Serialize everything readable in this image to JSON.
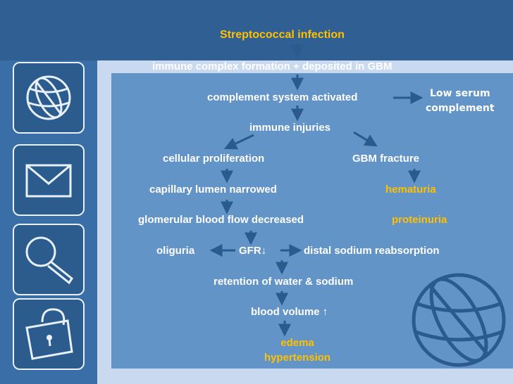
{
  "colors": {
    "background": "#2f5f93",
    "panel": "#6394c8",
    "frame": "#c9daf0",
    "text": "#ffffff",
    "highlight": "#ffc000",
    "arrow": "#2a5a8e"
  },
  "sidebar": {
    "icons": [
      "globe-icon",
      "envelope-icon",
      "magnifier-icon",
      "padlock-icon"
    ]
  },
  "flowchart": {
    "title": "Streptococcal infection",
    "immune_complex": "immune complex formation + deposited in GBM",
    "complement": "complement system activated",
    "low_serum_1": "Low serum",
    "low_serum_2": "complement",
    "immune_injuries": "immune injuries",
    "cellular_proliferation": "cellular proliferation",
    "gbm_fracture": "GBM fracture",
    "capillary": "capillary lumen narrowed",
    "hematuria": "hematuria",
    "glomerular": "glomerular blood flow decreased",
    "proteinuria": "proteinuria",
    "oliguria": "oliguria",
    "gfr": "GFR↓",
    "distal_sodium": "distal sodium reabsorption",
    "retention": "retention of water & sodium",
    "blood_volume": "blood volume ↑",
    "edema": "edema",
    "hypertension": "hypertension"
  }
}
